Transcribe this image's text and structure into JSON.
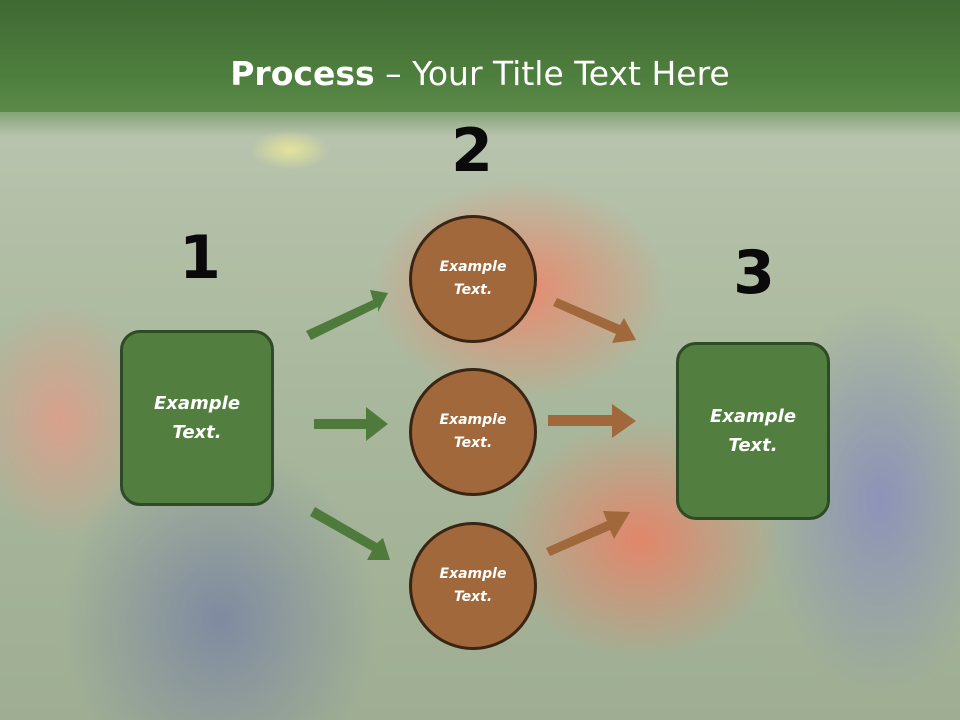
{
  "title": {
    "bold": "Process",
    "rest": " – Your Title Text Here"
  },
  "steps": {
    "one": "1",
    "two": "2",
    "three": "3"
  },
  "nodes": {
    "left_box": "Example Text.",
    "circle_top": "Example Text.",
    "circle_middle": "Example Text.",
    "circle_bottom": "Example Text.",
    "right_box": "Example Text."
  },
  "colors": {
    "header": "#4f7f3e",
    "box": "#527e3f",
    "circle": "#a0683b",
    "arrow_green": "#4e7a3b",
    "arrow_brown": "#a0683b"
  }
}
